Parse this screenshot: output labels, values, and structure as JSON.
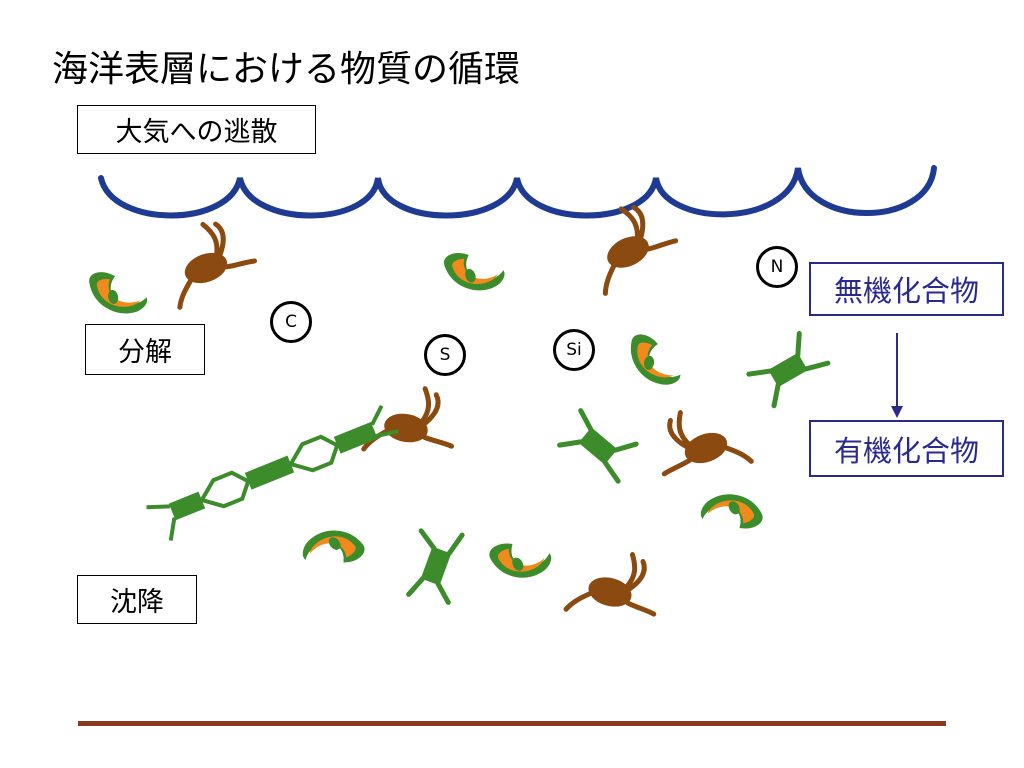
{
  "title": "海洋表層における物質の循環",
  "labels": {
    "evaporation": "大気への逃散",
    "decomposition": "分解",
    "sinking": "沈降",
    "inorganic": "無機化合物",
    "organic": "有機化合物"
  },
  "elements": {
    "c": "C",
    "s": "S",
    "si": "Si",
    "n": "N"
  },
  "colors": {
    "wave": "#1f3a93",
    "arrow": "#2a2a8c",
    "diatom": "#3c8c2c",
    "dinoflagellate": "#8a4a10",
    "shell_inner": "#f08a1c",
    "baseline": "#8b3a22"
  }
}
